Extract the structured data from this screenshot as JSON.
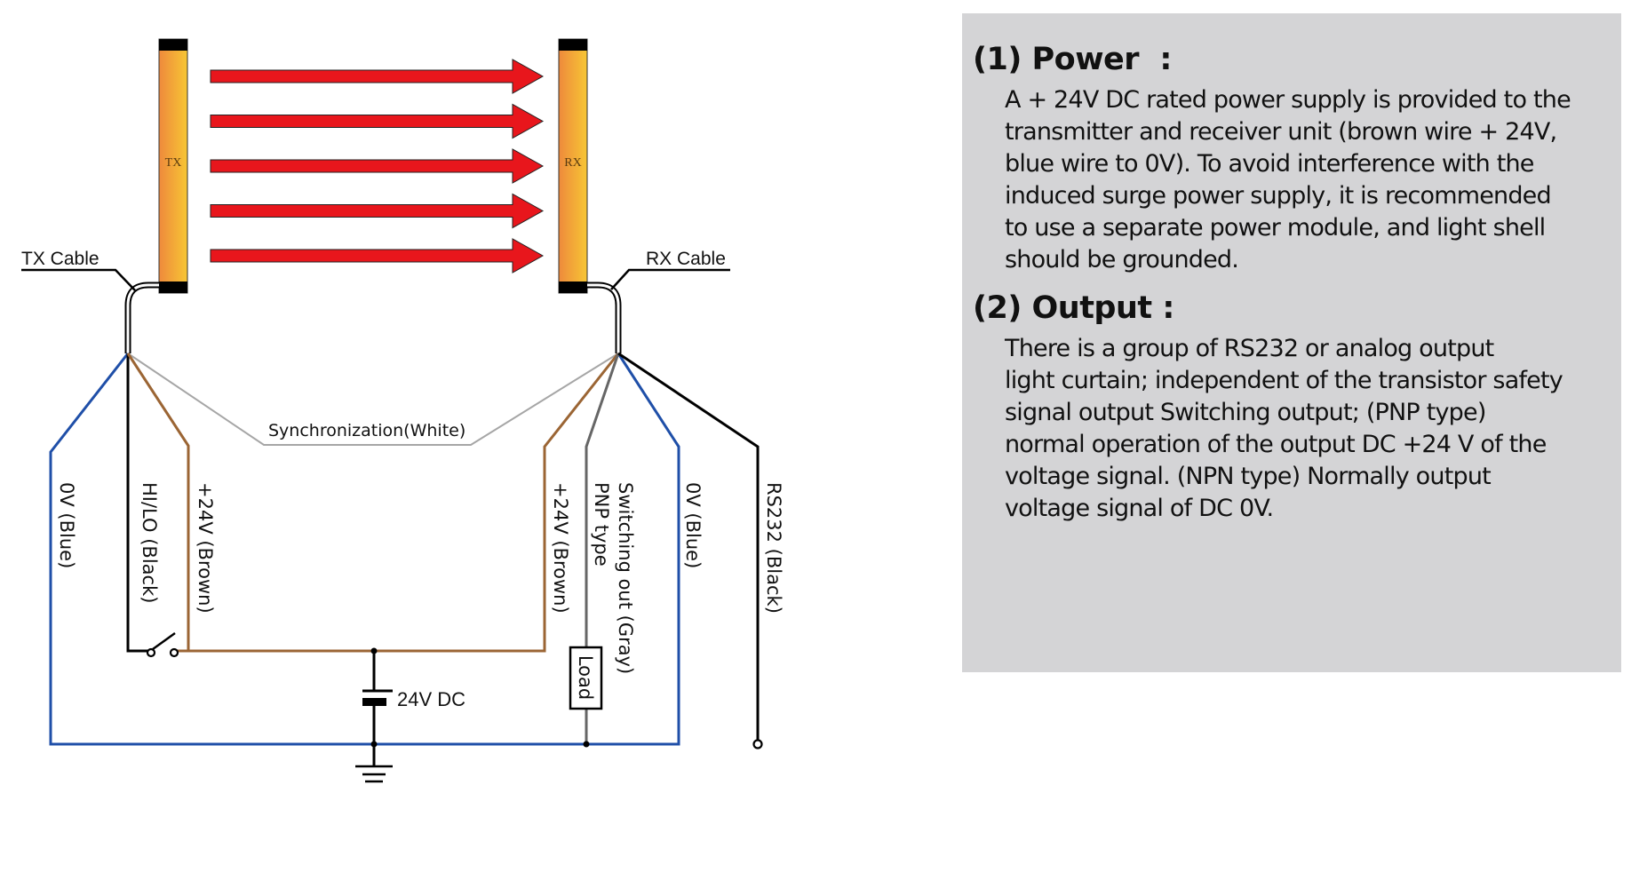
{
  "diagram": {
    "tx_label": "TX",
    "rx_label": "RX",
    "tx_cable_label": "TX Cable",
    "rx_cable_label": "RX Cable",
    "sync_label": "Synchronization(White)",
    "tx_wires": {
      "blue": "0V (Blue)",
      "black": "HI/LO (Black)",
      "brown": "+24V (Brown)"
    },
    "rx_wires": {
      "brown": "+24V (Brown)",
      "gray_line1": "Switching out  (Gray)",
      "gray_line2": "PNP type",
      "blue": "0V (Blue)",
      "black": "RS232 (Black)"
    },
    "load_label": "Load",
    "supply_label": "24V DC",
    "beam_count": 5,
    "colors": {
      "beam": "#e8161c",
      "blue_wire": "#1f4fa8",
      "brown_wire": "#9b6534",
      "gray_wire": "#666666",
      "white_wire": "#a6a6a6",
      "black_wire": "#000000",
      "bar_light": "#f7c634",
      "bar_dark": "#ee8a3c",
      "panel": "#d4d4d6"
    }
  },
  "panel": {
    "sections": [
      {
        "title": "(1) Power  :",
        "lines": [
          "A + 24V DC rated power supply is provided to the",
          "transmitter and receiver unit (brown wire + 24V,",
          "blue wire to 0V). To avoid interference with the",
          "induced surge power supply, it is recommended",
          "to use a separate power module, and light shell",
          "should be grounded."
        ]
      },
      {
        "title": "(2) Output :",
        "lines": [
          "There is a group of RS232 or analog output",
          "light curtain; independent of the transistor safety",
          "signal output Switching output; (PNP type)",
          "normal operation of the output DC +24 V of the",
          "voltage signal. (NPN type) Normally output",
          "voltage signal of DC 0V."
        ]
      }
    ]
  }
}
